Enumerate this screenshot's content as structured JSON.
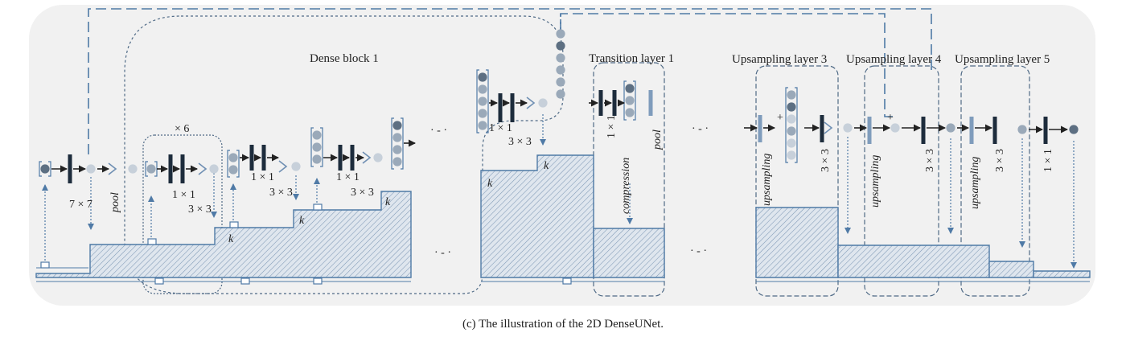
{
  "labels": {
    "dense_block": "Dense block 1",
    "transition": "Transition layer 1",
    "up3": "Upsampling layer 3",
    "up4": "Upsampling layer 4",
    "up5": "Upsampling layer 5",
    "times6": "× 6",
    "caption": "(c) The illustration of the 2D DenseUNet."
  },
  "ops": {
    "conv7": "7 × 7",
    "pool": "pool",
    "conv1": "1 × 1",
    "conv3": "3 × 3",
    "compression": "compression",
    "upsampling": "upsampling",
    "k": "k",
    "plus": "+"
  },
  "ellipsis": "· - ·",
  "colors": {
    "blue": "#4f7aa6",
    "panel": "#f1f1f1",
    "dark_node": "#5d6f82",
    "mid_node": "#9aa9b9",
    "light_node": "#c7d0da"
  }
}
